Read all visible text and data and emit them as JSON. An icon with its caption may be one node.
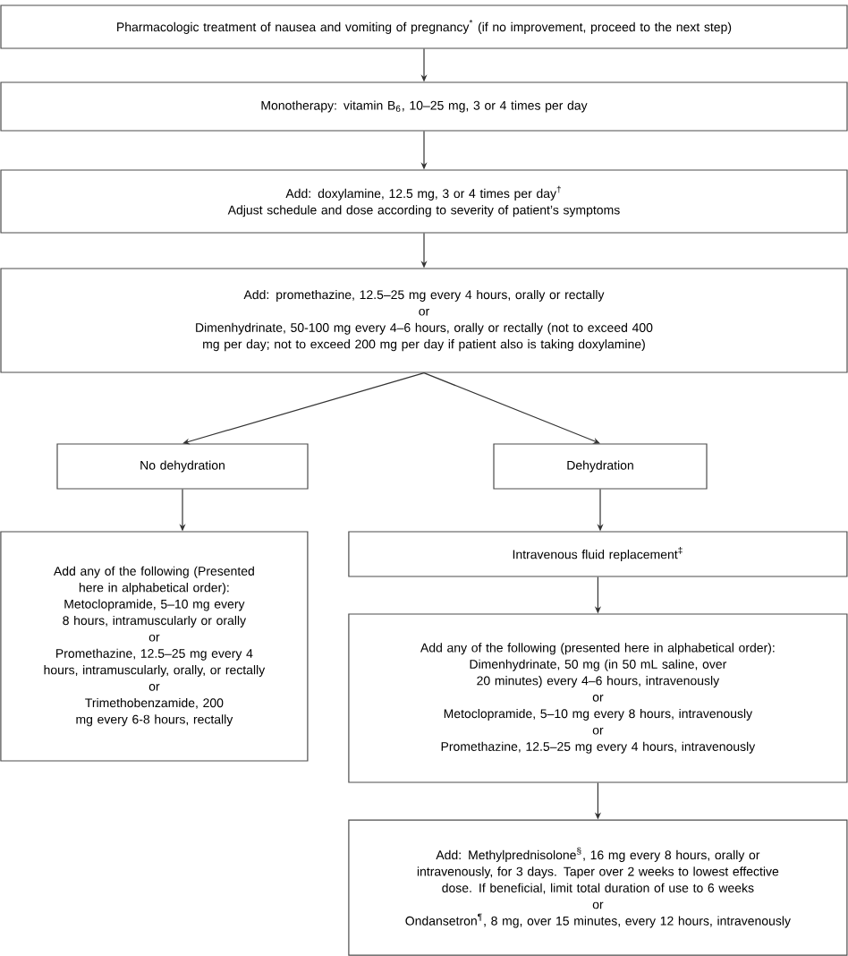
{
  "diagram": {
    "nodes": [
      {
        "text": [
          "Pharmacologic treatment of nausea and vomiting of pregnancy$^{*}$ (if no improvement, proceed to the next step)"
        ]
      },
      {
        "text": [
          "Monotherapy: vitamin B$_{6}$, 10–25 mg, 3 or 4 times per day"
        ]
      },
      {
        "text": [
          "Add: doxylamine, 12.5 mg, 3 or 4 times per day$^{†}$",
          "Adjust schedule and dose according to severity of patient’s symptoms"
        ]
      },
      {
        "text": [
          "Add: promethazine, 12.5–25 mg every 4 hours, orally or rectally",
          "or",
          "Dimenhydrinate, 50-100 mg every 4–6 hours, orally or rectally (not to exceed 400 mg per day; not to exceed 200 mg per day if patient also is taking doxylamine)"
        ]
      },
      {
        "text": [
          "No dehydration"
        ]
      },
      {
        "text": [
          "Dehydration"
        ]
      },
      {
        "text": [
          "Add any of the following (Presented here in alphabetical order):",
          "Metoclopramide, 5–10 mg every 8 hours, intramuscularly or orally",
          "or",
          "Promethazine, 12.5–25 mg every 4 hours, intramuscularly, orally, or rectally",
          "or",
          "Trimethobenzamide, 200 mg every 6-8 hours, rectally"
        ]
      },
      {
        "text": [
          "Intravenous fluid replacement$^{‡}$"
        ]
      },
      {
        "text": [
          "Add any of the following (presented here in alphabetical order):",
          "Dimenhydrinate, 50 mg (in 50 mL saline, over 20 minutes) every 4–6 hours, intravenously",
          "or",
          "Metoclopramide, 5–10 mg every 8 hours, intravenously",
          "or",
          "Promethazine, 12.5–25 mg every 4 hours, intravenously"
        ]
      },
      {
        "text": [
          "Add: Methylprednisolone$^{§}$, 16 mg every 8 hours, orally or intravenously, for 3 days. Taper over 2 weeks to lowest effective dose. If beneficial, limit total duration of use to 6 weeks",
          "or",
          "Ondansetron$^{¶}$, 8 mg, over 15 minutes, every 12 hours, intravenously"
        ]
      }
    ],
    "edges": [
      {
        "from": 0,
        "to": 1,
        "arrow": "to"
      },
      {
        "from": 1,
        "to": 2,
        "arrow": "to"
      },
      {
        "from": 2,
        "to": 3,
        "arrow": "to"
      },
      {
        "from": 3,
        "to": 4,
        "arrow": "to"
      },
      {
        "from": 3,
        "to": 5,
        "arrow": "to"
      },
      {
        "from": 4,
        "to": 6,
        "arrow": "to"
      },
      {
        "from": 5,
        "to": 7,
        "arrow": "to"
      },
      {
        "from": 7,
        "to": 8,
        "arrow": "to"
      },
      {
        "from": 8,
        "to": 9,
        "arrow": "to"
      }
    ]
  }
}
